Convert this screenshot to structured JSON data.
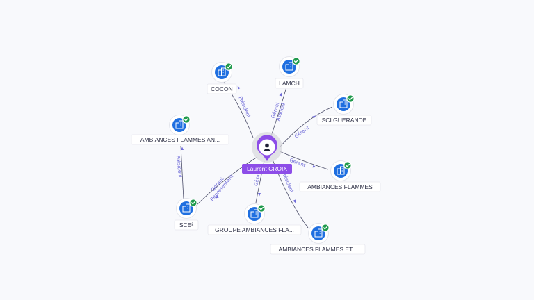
{
  "center": {
    "label": "Laurent CROIX",
    "icon": "person-icon"
  },
  "companies": [
    {
      "id": "cocon",
      "label": "COCON",
      "icon": "building-icon",
      "verified": true,
      "relation": "Président"
    },
    {
      "id": "lamch",
      "label": "LAMCH",
      "icon": "building-icon",
      "verified": true,
      "relation": "Gérant\nAssocié"
    },
    {
      "id": "sci-guerande",
      "label": "SCI GUERANDE",
      "icon": "building-icon",
      "verified": true,
      "relation": "Gérant"
    },
    {
      "id": "ambiances-flammes",
      "label": "AMBIANCES FLAMMES",
      "icon": "building-icon",
      "verified": true,
      "relation": "Gérant"
    },
    {
      "id": "ambiances-flammes-et",
      "label": "AMBIANCES FLAMMES ET...",
      "icon": "building-icon",
      "verified": true,
      "relation": "Président"
    },
    {
      "id": "groupe-ambiances",
      "label": "GROUPE AMBIANCES FLA...",
      "icon": "building-icon",
      "verified": true,
      "relation": "Gérant"
    },
    {
      "id": "sce2",
      "label": "SCE²",
      "icon": "building-icon",
      "verified": true,
      "relation": "Gérant\nReprésentant"
    },
    {
      "id": "ambiances-flammes-an",
      "label": "AMBIANCES FLAMMES AN...",
      "icon": "building-icon",
      "verified": true,
      "relation": "Président"
    }
  ],
  "colors": {
    "center": "#8d4de8",
    "company_icon": "#1f6fe0",
    "verified_badge": "#1f9a4c",
    "edge_label": "#6f6bd8",
    "edge": "#4a4c68"
  }
}
